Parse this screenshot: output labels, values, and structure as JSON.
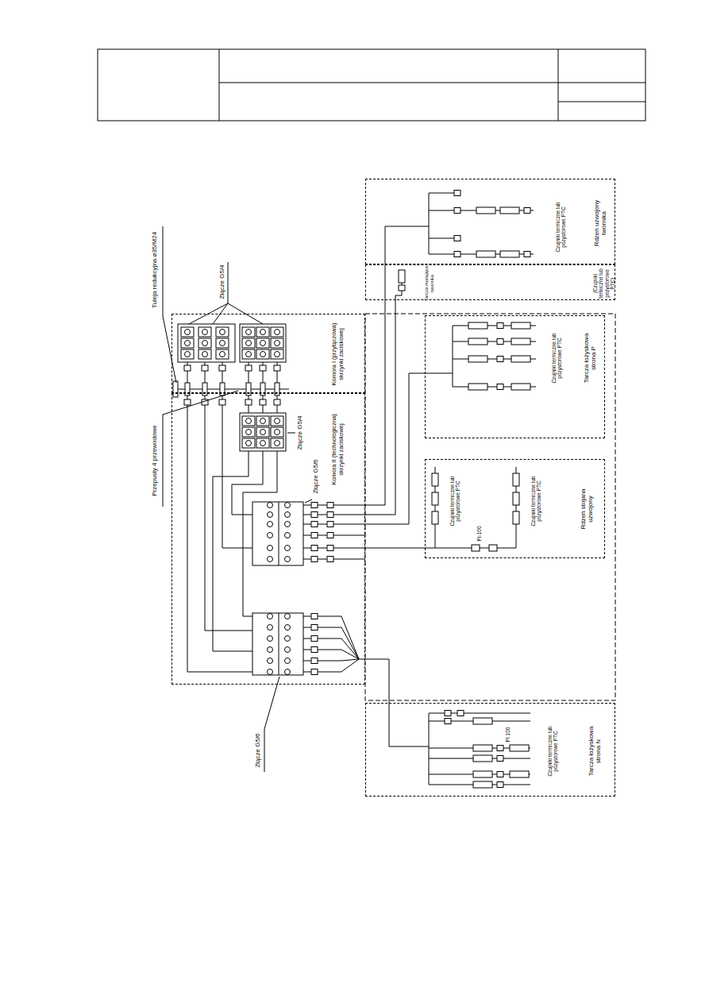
{
  "diagram": {
    "nodes": [
      {
        "text": [
          "Komora I (przyłączowa) skrzynki zaciskowej"
        ]
      },
      {
        "text": [
          "Komora II (technologiczna) skrzynki zaciskowej"
        ]
      },
      {
        "text": [
          "Czujniki termiczne lub pozystorowe PTC",
          "Rdzeń uzwojony twornika"
        ]
      },
      {
        "text": [
          "Tarcza mocująca twornika",
          "(Czujniki termiczne lub pozystorowe PTC)"
        ]
      },
      {
        "text": [
          "Czujniki termiczne lub pozystorowe PTC",
          "Tarcza łożyskowa strona P"
        ]
      },
      {
        "text": [
          "Czujniki termiczne lub pozystorowe PTC",
          "Czujniki termiczne lub pozystorowe PTC",
          "Rdzeń stojana uzwojony"
        ]
      },
      {
        "text": [
          "Czujniki termiczne lub pozystorowe PTC",
          "Tarcza łożyskowa strona N"
        ]
      }
    ],
    "edges": [
      {
        "from": 1,
        "to": 2,
        "arrow": "none"
      },
      {
        "from": 1,
        "to": 3,
        "arrow": "none"
      },
      {
        "from": 1,
        "to": 4,
        "arrow": "none"
      },
      {
        "from": 1,
        "to": 5,
        "arrow": "none"
      },
      {
        "from": 1,
        "to": 6,
        "arrow": "none"
      }
    ],
    "labels": [
      "Tuleja redukcyjna ø35/M24",
      "Złącze G5/4",
      "Przepusty 4 przewodowe",
      "Złącze G5/4",
      "Złącze G5/6",
      "Złącze G5/6",
      "Pt-100",
      "Pt 100"
    ]
  }
}
